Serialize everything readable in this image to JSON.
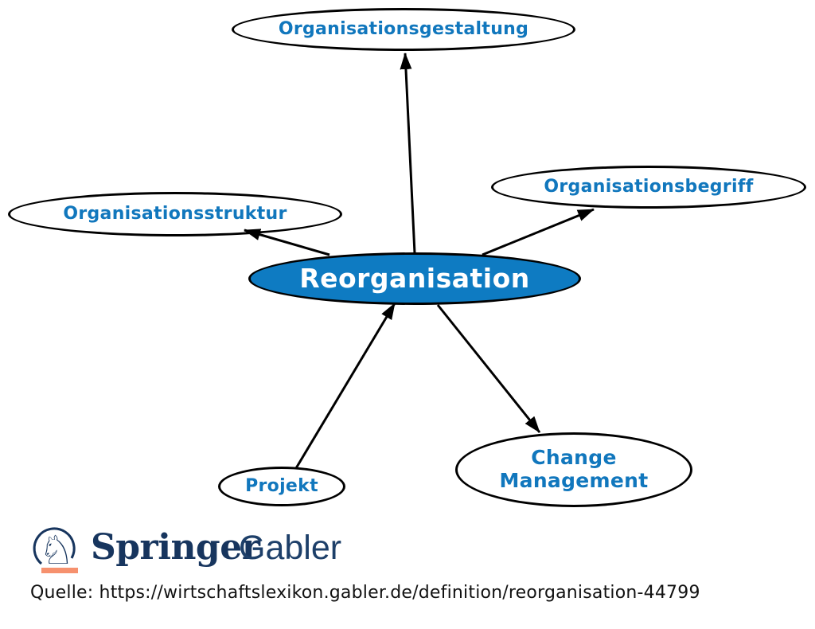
{
  "diagram": {
    "type": "mindmap",
    "center_node": {
      "id": "reorganisation",
      "label": "Reorganisation"
    },
    "nodes": [
      {
        "id": "organisationsgestaltung",
        "label": "Organisationsgestaltung",
        "position": "top"
      },
      {
        "id": "organisationsbegriff",
        "label": "Organisationsbegriff",
        "position": "right"
      },
      {
        "id": "organisationsstruktur",
        "label": "Organisationsstruktur",
        "position": "left"
      },
      {
        "id": "projekt",
        "label": "Projekt",
        "position": "bottom-left"
      },
      {
        "id": "change-management",
        "label": "Change Management",
        "position": "bottom-right"
      }
    ],
    "edges": [
      {
        "from": "reorganisation",
        "to": "organisationsgestaltung"
      },
      {
        "from": "reorganisation",
        "to": "organisationsbegriff"
      },
      {
        "from": "reorganisation",
        "to": "organisationsstruktur"
      },
      {
        "from": "projekt",
        "to": "reorganisation"
      },
      {
        "from": "reorganisation",
        "to": "change-management"
      }
    ],
    "colors": {
      "center_fill": "#0e7bc2",
      "node_fill": "#ffffff",
      "node_border": "#000000",
      "label_blue": "#1177bd",
      "center_label": "#ffffff",
      "edge": "#000000"
    }
  },
  "footer": {
    "logo": {
      "icon": "springer-knight-icon",
      "icon_glyph": "♘",
      "brand": "Springer",
      "suffix": "Gabler",
      "navy": "#17355e",
      "orange": "#f6916e"
    },
    "source_label": "Quelle: https://wirtschaftslexikon.gabler.de/definition/reorganisation-44799"
  }
}
